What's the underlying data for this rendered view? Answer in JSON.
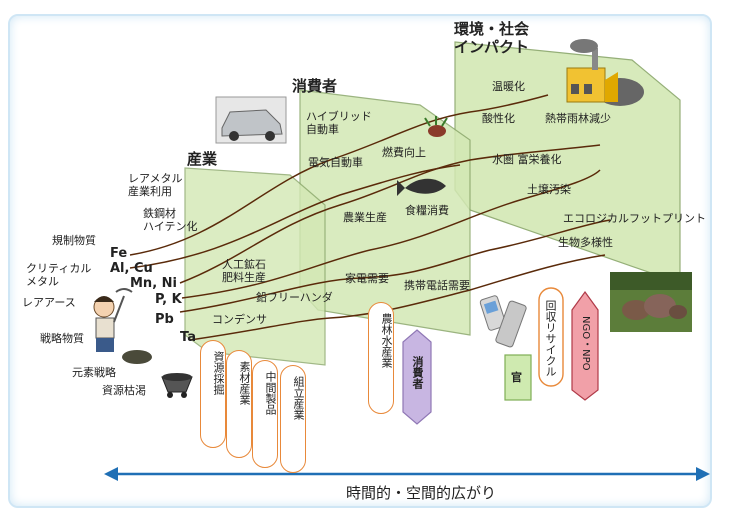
{
  "planes": {
    "industry": "産業",
    "consumer": "消費者",
    "impact_line1": "環境・社会",
    "impact_line2": "インパクト"
  },
  "left_terms": {
    "regulated": "規制物質",
    "critical": "クリティカル\nメタル",
    "rare_earth": "レアアース",
    "strategic": "戦略物質",
    "element_strategy": "元素戦略",
    "depletion": "資源枯渇"
  },
  "elements": [
    "Fe",
    "Al, Cu",
    "Mn, Ni",
    "P, K",
    "Pb",
    "Ta"
  ],
  "industry_terms": {
    "rare_metal_use": "レアメタル\n産業利用",
    "steel": "鉄鋼材\nハイテン化",
    "fertilizer": "人工鉱石\n肥料生産",
    "lead_free": "鉛フリーハンダ",
    "condenser": "コンデンサ"
  },
  "consumer_terms": {
    "hybrid": "ハイブリッド\n自動車",
    "ev": "電気自動車",
    "fuel_economy": "燃費向上",
    "agri": "農業生産",
    "food": "食糧消費",
    "appliance": "家電需要",
    "phone": "携帯電話需要"
  },
  "impact_terms": {
    "warming": "温暖化",
    "acidification": "酸性化",
    "deforestation": "熱帯雨林減少",
    "eutrophication": "水圏 富栄養化",
    "soil": "土壌汚染",
    "footprint": "エコロジカルフットプリント",
    "biodiversity": "生物多様性"
  },
  "actors": {
    "mining": "資源採掘",
    "materials": "素材産業",
    "intermediate": "中間製品",
    "assembly": "組立産業",
    "primary": "農林水産業",
    "consumer": "消費者",
    "government": "官",
    "recycling": "回収リサイクル",
    "ngo": "NGO・NPO"
  },
  "axis_label": "時間的・空間的広がり",
  "colors": {
    "plane_fill": "#d3e8b4",
    "plane_stroke": "#8aa76a",
    "oval_border": "#e8893a",
    "consumer_hex": "#c8b6e2",
    "gov_box": "#cfeab0",
    "ngo_shape": "#f1a0a8",
    "arrow": "#1f6fb5",
    "curve": "#5a2a0a"
  }
}
